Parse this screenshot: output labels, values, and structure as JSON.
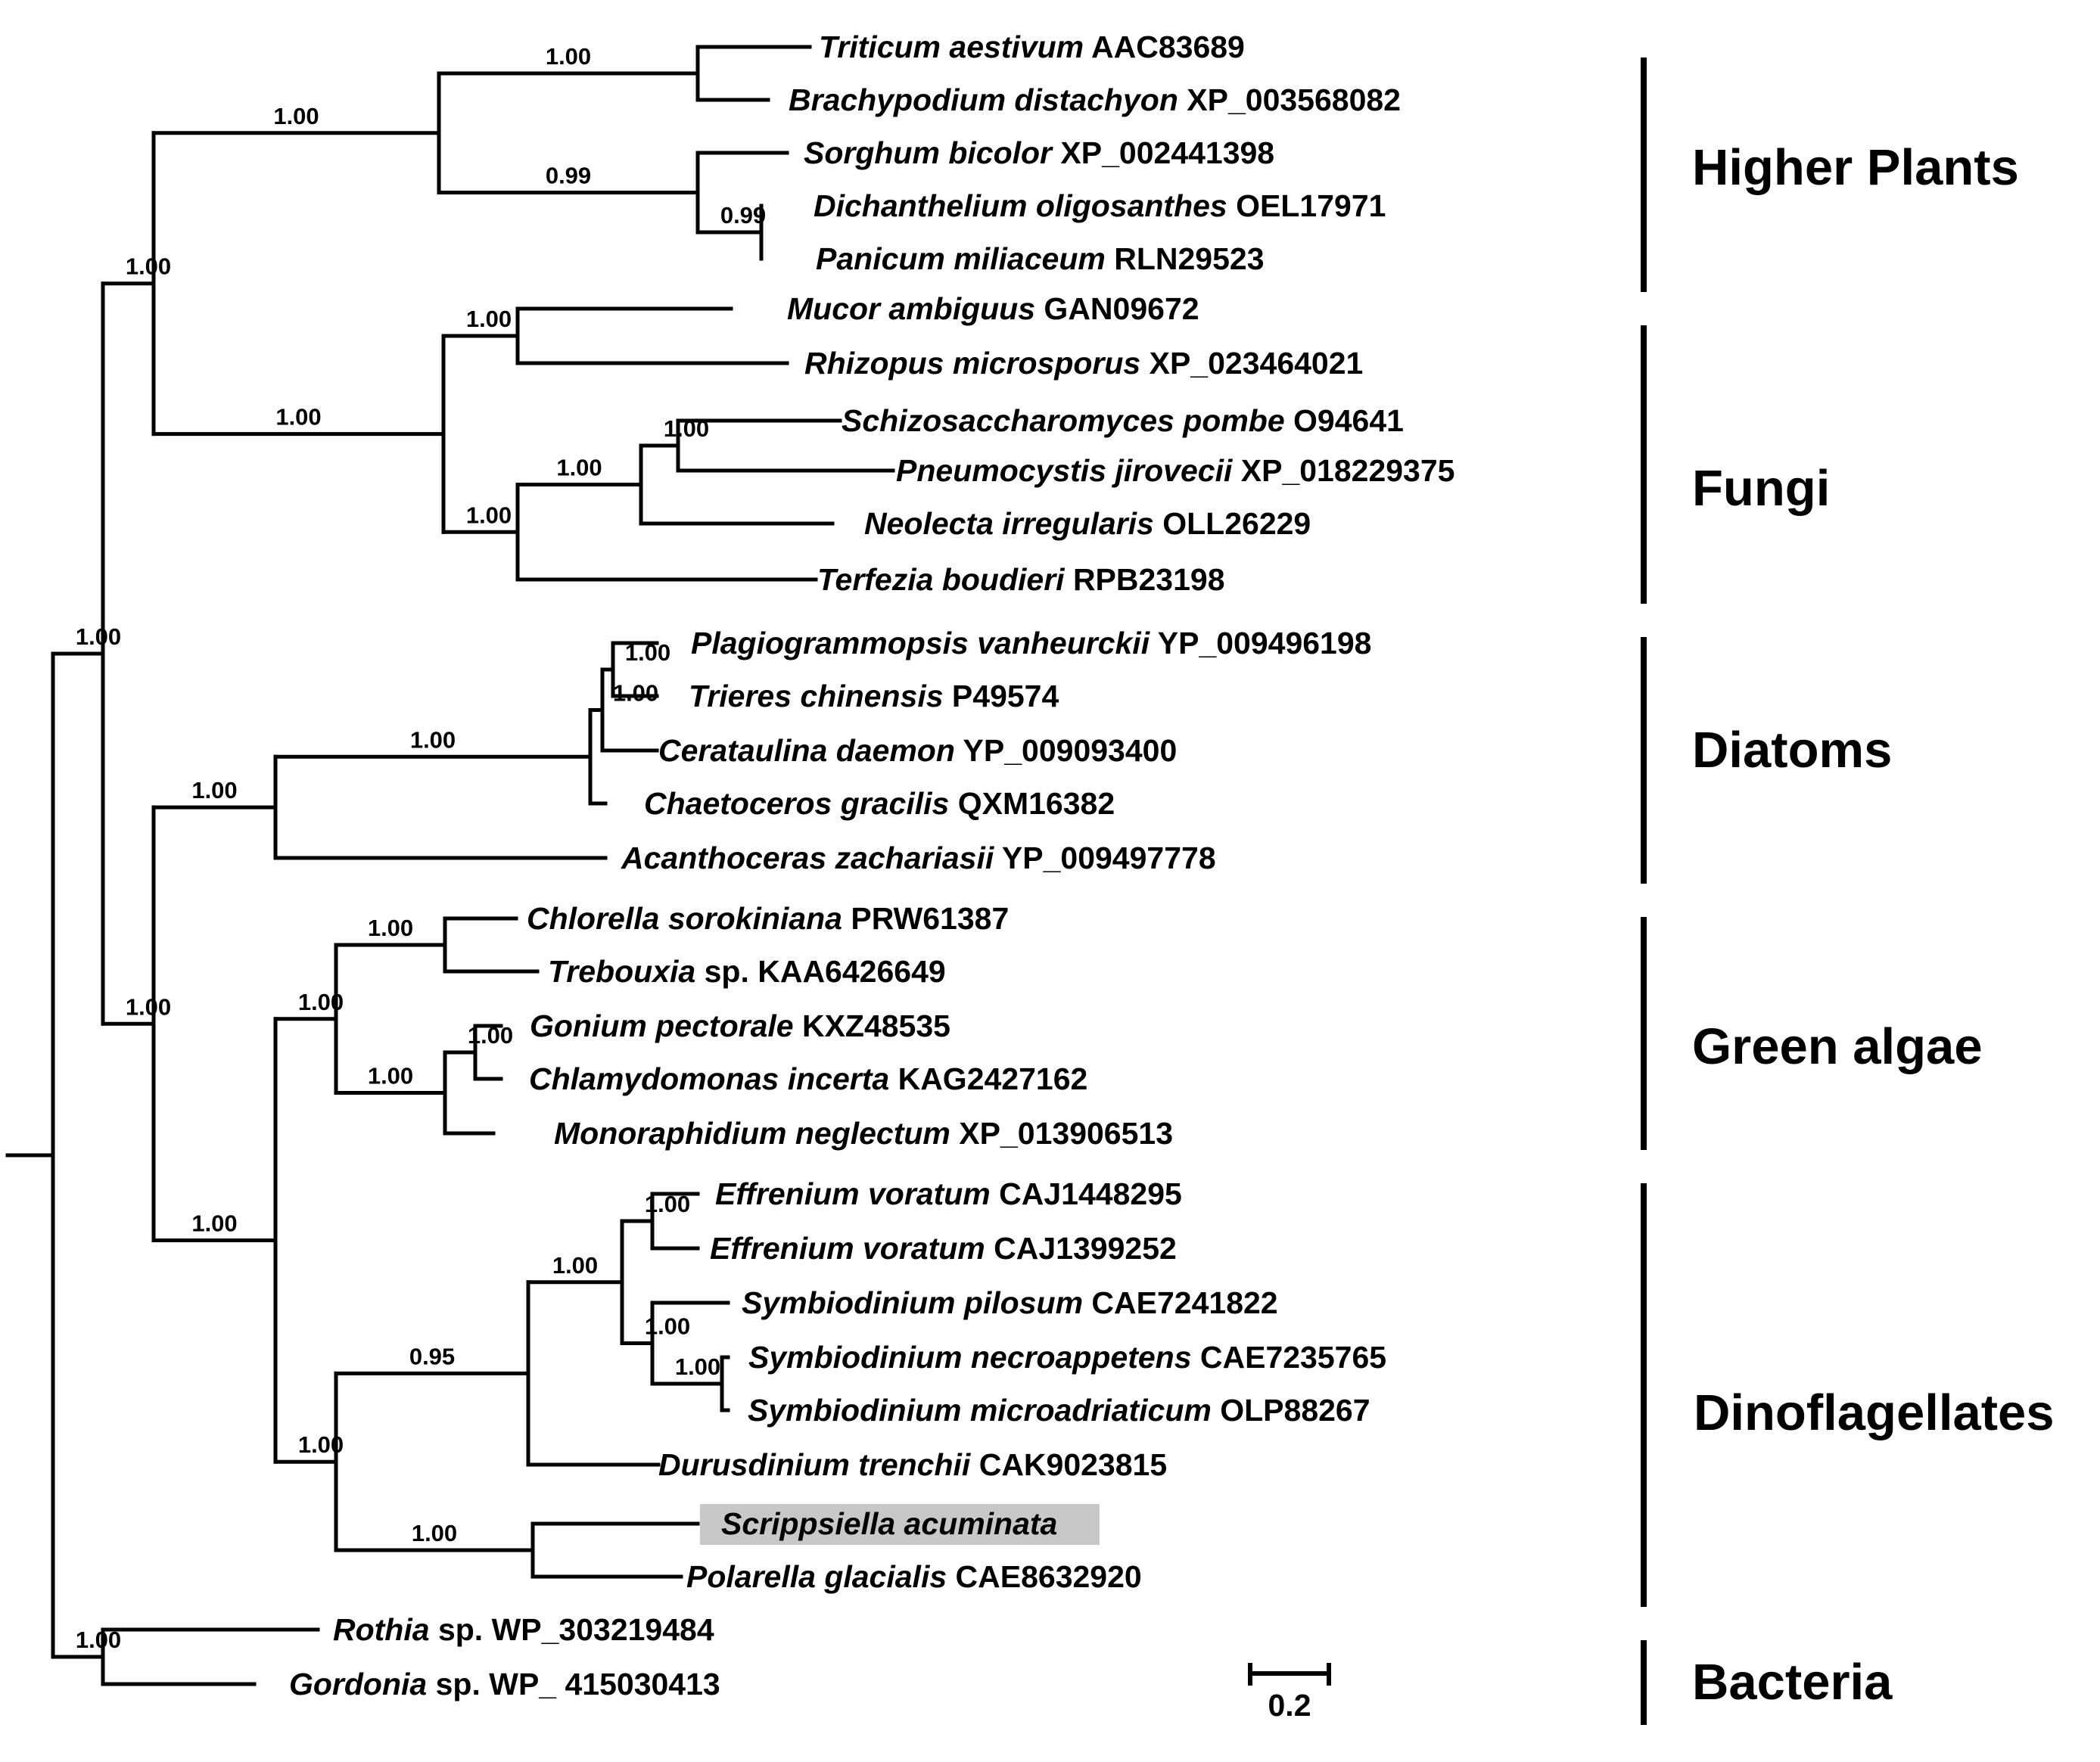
{
  "tree": {
    "name": "root",
    "children": [
      {
        "name": "n1",
        "support": "1.00",
        "children": [
          {
            "name": "n2",
            "support": "1.00",
            "children": [
              {
                "name": "plants",
                "support": "1.00",
                "children": [
                  {
                    "name": "n_tb",
                    "support": "1.00",
                    "children": [
                      {
                        "taxon": "Triticum aestivum",
                        "acc": "AAC83689"
                      },
                      {
                        "taxon": "Brachypodium distachyon",
                        "acc": "XP_003568082"
                      }
                    ]
                  },
                  {
                    "name": "n_sdp",
                    "support": "0.99",
                    "children": [
                      {
                        "taxon": "Sorghum bicolor",
                        "acc": "XP_002441398"
                      },
                      {
                        "name": "n_dp",
                        "support": "0.99",
                        "children": [
                          {
                            "taxon": "Dichanthelium oligosanthes",
                            "acc": "OEL17971"
                          },
                          {
                            "taxon": "Panicum miliaceum",
                            "acc": "RLN29523"
                          }
                        ]
                      }
                    ]
                  }
                ]
              },
              {
                "name": "fungi",
                "support": "1.00",
                "children": [
                  {
                    "name": "n_mr",
                    "support": "1.00",
                    "children": [
                      {
                        "taxon": "Mucor ambiguus",
                        "acc": " GAN09672"
                      },
                      {
                        "taxon": "Rhizopus microsporus",
                        "acc": "XP_023464021"
                      }
                    ]
                  },
                  {
                    "name": "n_asc",
                    "support": "1.00",
                    "children": [
                      {
                        "name": "n_spn",
                        "support": "1.00",
                        "children": [
                          {
                            "name": "n_sp",
                            "support": "1.00",
                            "children": [
                              {
                                "taxon": "Schizosaccharomyces pombe",
                                "acc": "O94641"
                              },
                              {
                                "taxon": "Pneumocystis jirovecii",
                                "acc": "XP_018229375"
                              }
                            ]
                          },
                          {
                            "taxon": "Neolecta irregularis",
                            "acc": "OLL26229"
                          }
                        ]
                      },
                      {
                        "taxon": "Terfezia boudieri",
                        "acc": "RPB23198"
                      }
                    ]
                  }
                ]
              }
            ]
          },
          {
            "name": "n3",
            "support": "1.00",
            "children": [
              {
                "name": "diatoms",
                "support": "1.00",
                "children": [
                  {
                    "name": "n_d1",
                    "support": "1.00",
                    "children": [
                      {
                        "name": "n_d2",
                        "support": "1.00",
                        "children": [
                          {
                            "name": "n_d3",
                            "support": "1.00",
                            "children": [
                              {
                                "taxon": "Plagiogrammopsis vanheurckii",
                                "acc": "YP_009496198"
                              },
                              {
                                "taxon": "Trieres chinensis",
                                "acc": "P49574"
                              }
                            ]
                          },
                          {
                            "taxon": "Cerataulina daemon",
                            "acc": "YP_009093400"
                          }
                        ]
                      },
                      {
                        "taxon": "Chaetoceros gracilis",
                        "acc": "QXM16382"
                      }
                    ]
                  },
                  {
                    "taxon": "Acanthoceras zachariasii",
                    "acc": "YP_009497778"
                  }
                ]
              },
              {
                "name": "n4",
                "support": "1.00",
                "children": [
                  {
                    "name": "green",
                    "support": "1.00",
                    "children": [
                      {
                        "name": "n_ct",
                        "support": "1.00",
                        "children": [
                          {
                            "taxon": "Chlorella sorokiniana",
                            "acc": " PRW61387"
                          },
                          {
                            "taxon": "Trebouxia",
                            "sp": " sp.",
                            "acc": "KAA6426649"
                          }
                        ]
                      },
                      {
                        "name": "n_gcm",
                        "support": "1.00",
                        "children": [
                          {
                            "name": "n_gc",
                            "support": "1.00",
                            "children": [
                              {
                                "taxon": "Gonium pectorale",
                                "acc": "KXZ48535"
                              },
                              {
                                "taxon": "Chlamydomonas incerta",
                                "acc": "KAG2427162"
                              }
                            ]
                          },
                          {
                            "taxon": "Monoraphidium neglectum",
                            "acc": "XP_013906513"
                          }
                        ]
                      }
                    ]
                  },
                  {
                    "name": "dino",
                    "support": "1.00",
                    "children": [
                      {
                        "name": "n_sym",
                        "support": "0.95",
                        "children": [
                          {
                            "name": "n_es",
                            "support": "1.00",
                            "children": [
                              {
                                "name": "n_ev",
                                "support": "1.00",
                                "children": [
                                  {
                                    "taxon": "Effrenium voratum",
                                    "acc": "CAJ1448295"
                                  },
                                  {
                                    "taxon": "Effrenium voratum",
                                    "acc": "CAJ1399252"
                                  }
                                ]
                              },
                              {
                                "name": "n_sy",
                                "support": "1.00",
                                "children": [
                                  {
                                    "taxon": "Symbiodinium pilosum",
                                    "acc": "CAE7241822"
                                  },
                                  {
                                    "name": "n_sy2",
                                    "support": "1.00",
                                    "children": [
                                      {
                                        "taxon": "Symbiodinium necroappetens",
                                        "acc": "CAE7235765"
                                      },
                                      {
                                        "taxon": "Symbiodinium microadriaticum",
                                        "acc": "OLP88267"
                                      }
                                    ]
                                  }
                                ]
                              }
                            ]
                          },
                          {
                            "taxon": "Durusdinium trenchii",
                            "acc": "CAK9023815"
                          }
                        ]
                      },
                      {
                        "name": "n_sc",
                        "support": "1.00",
                        "children": [
                          {
                            "taxon": "Scrippsiella acuminata",
                            "acc": "",
                            "highlight": true
                          },
                          {
                            "taxon": "Polarella glacialis",
                            "acc": "CAE8632920"
                          }
                        ]
                      }
                    ]
                  }
                ]
              }
            ]
          }
        ]
      },
      {
        "name": "bacteria",
        "support": "1.00",
        "children": [
          {
            "taxon": "Rothia",
            "sp": " sp.",
            "acc": "WP_303219484"
          },
          {
            "taxon": "Gordonia",
            "sp": " sp.",
            "acc": "WP_ 415030413"
          }
        ]
      }
    ]
  },
  "groups": [
    {
      "label": "Higher Plants"
    },
    {
      "label": "Fungi"
    },
    {
      "label": "Diatoms"
    },
    {
      "label": "Green algae"
    },
    {
      "label": "Dinoflagellates"
    },
    {
      "label": "Bacteria"
    }
  ],
  "scale": {
    "label": "0.2"
  }
}
